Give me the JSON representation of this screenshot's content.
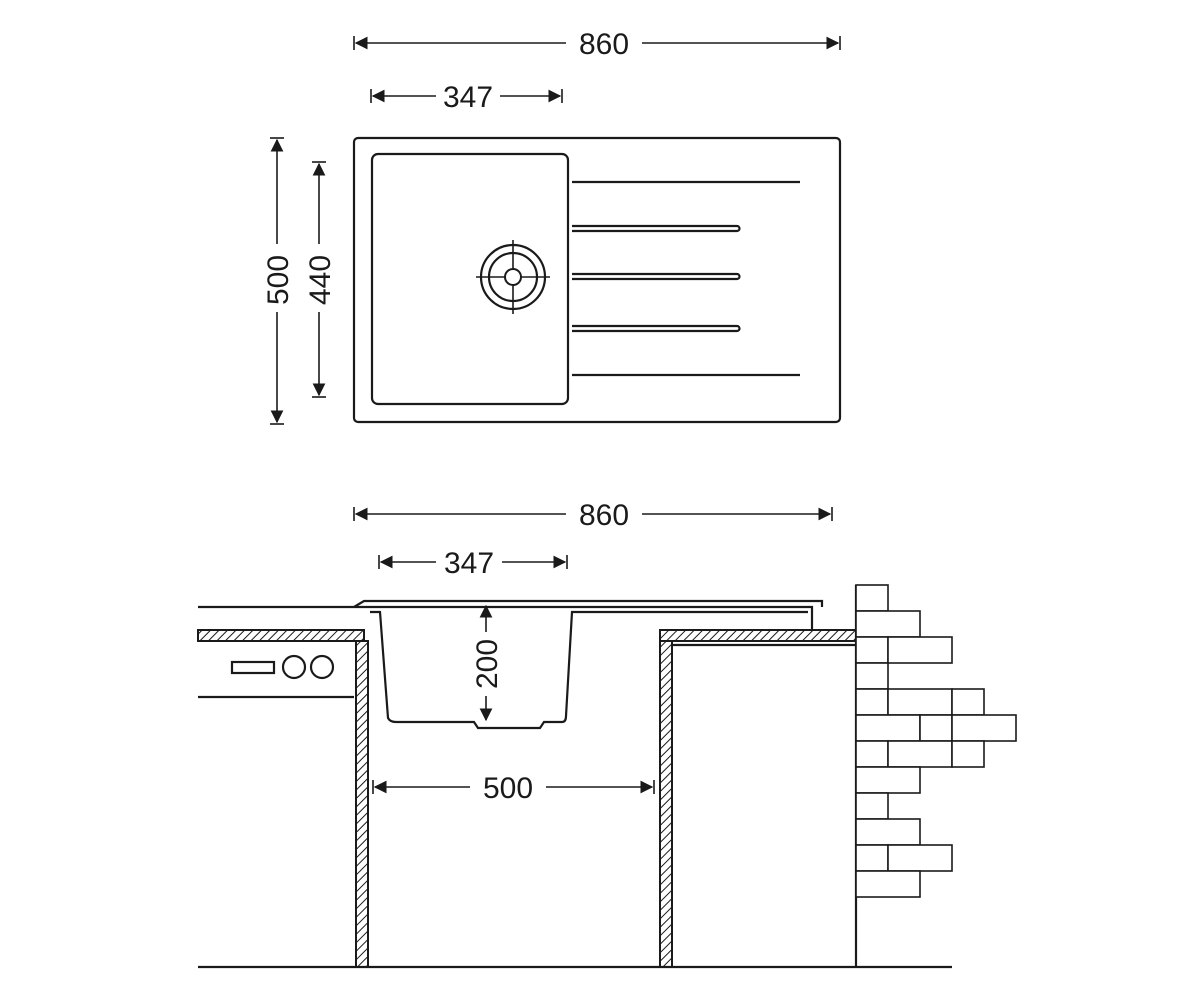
{
  "top_view": {
    "width_label": "860",
    "bowl_width_label": "347",
    "depth_label": "500",
    "bowl_depth_label": "440"
  },
  "side_view": {
    "width_label": "860",
    "bowl_width_label": "347",
    "bowl_height_label": "200",
    "cabinet_width_label": "500"
  },
  "colors": {
    "line": "#1a1a1a",
    "background": "#ffffff"
  }
}
